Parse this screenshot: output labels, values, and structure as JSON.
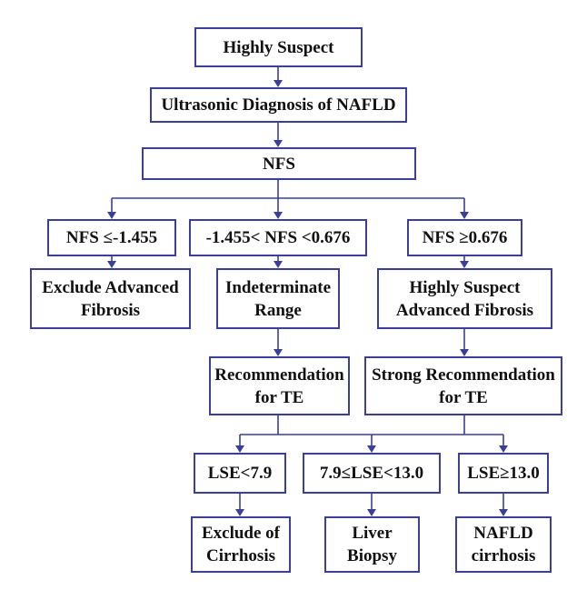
{
  "diagram": {
    "line_color": "#3b3f9a",
    "nodes": {
      "highly_suspect": "Highly Suspect",
      "ultrasonic": "Ultrasonic Diagnosis of NAFLD",
      "nfs": "NFS",
      "nfs_low": "NFS ≤-1.455",
      "nfs_mid": "-1.455< NFS <0.676",
      "nfs_high": "NFS ≥0.676",
      "exclude_fibrosis": "Exclude Advanced\nFibrosis",
      "indeterminate": "Indeterminate\nRange",
      "suspect_fibrosis": "Highly Suspect\nAdvanced Fibrosis",
      "recommend_te": "Recommendation\nfor TE",
      "strong_recommend_te": "Strong Recommendation\nfor TE",
      "lse_low": "LSE<7.9",
      "lse_mid": "7.9≤LSE<13.0",
      "lse_high": "LSE≥13.0",
      "exclude_cirrhosis": "Exclude of\nCirrhosis",
      "liver_biopsy": "Liver\nBiopsy",
      "nafld_cirrhosis": "NAFLD\ncirrhosis"
    }
  }
}
